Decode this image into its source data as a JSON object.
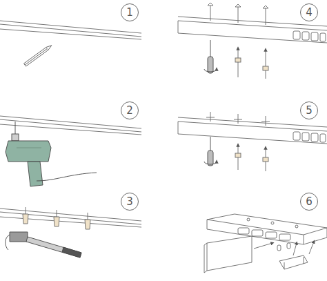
{
  "diagram": {
    "nodes": [
      {
        "text": [
          "1"
        ]
      },
      {
        "text": [
          "4"
        ]
      },
      {
        "text": [
          "2"
        ]
      },
      {
        "text": [
          "5"
        ]
      },
      {
        "text": [
          "3"
        ]
      },
      {
        "text": [
          "6"
        ]
      }
    ]
  }
}
